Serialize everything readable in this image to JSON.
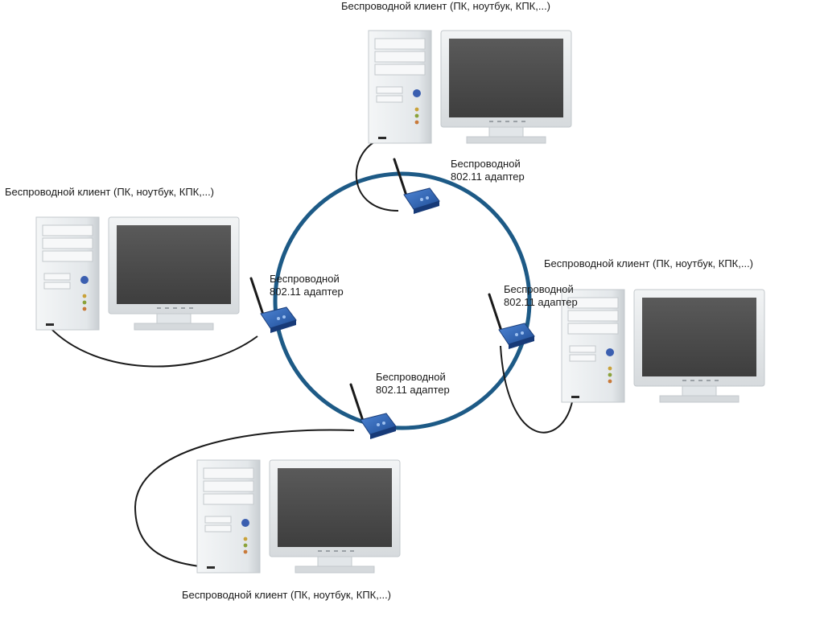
{
  "clients": [
    {
      "id": "top",
      "label": "Беспроводной клиент (ПК, ноутбук, КПК,...)"
    },
    {
      "id": "left",
      "label": "Беспроводной клиент (ПК, ноутбук, КПК,...)"
    },
    {
      "id": "right",
      "label": "Беспроводной клиент (ПК, ноутбук, КПК,...)"
    },
    {
      "id": "bottom",
      "label": "Беспроводной клиент (ПК, ноутбук, КПК,...)"
    }
  ],
  "adapters": [
    {
      "id": "top",
      "line1": "Беспроводной",
      "line2": "802.11 адаптер"
    },
    {
      "id": "left",
      "line1": "Беспроводной",
      "line2": "802.11 адаптер"
    },
    {
      "id": "right",
      "line1": "Беспроводной",
      "line2": "802.11 адаптер"
    },
    {
      "id": "bottom",
      "line1": "Беспроводной",
      "line2": "802.11 адаптер"
    }
  ],
  "colors": {
    "ring": "#1d5a86",
    "cable": "#1a1a1a",
    "adapter": "#2f5fa8",
    "screen": "#4a4a4a",
    "case": "#e9ecee"
  }
}
